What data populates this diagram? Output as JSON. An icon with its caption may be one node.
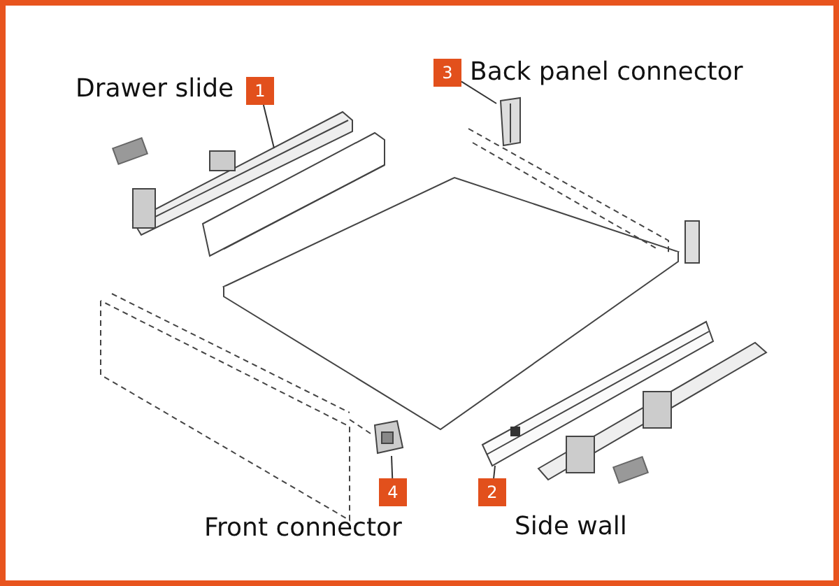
{
  "diagram": {
    "nodes": [
      {
        "text": [
          "1"
        ],
        "beside": [
          "Drawer slide"
        ]
      },
      {
        "text": [
          "3"
        ],
        "beside": [
          "Back panel connector"
        ]
      },
      {
        "text": [
          "4"
        ],
        "beside": [
          "Front connector"
        ]
      },
      {
        "text": [
          "2"
        ],
        "beside": [
          "Side wall"
        ]
      },
      {
        "text": [],
        "shape": "picture"
      },
      {
        "text": [],
        "shape": "picture"
      },
      {
        "text": [],
        "shape": "picture"
      },
      {
        "text": [],
        "shape": "picture"
      }
    ],
    "edges": [
      {
        "from": 0,
        "to": 4,
        "arrow": "none"
      },
      {
        "from": 1,
        "to": 5,
        "arrow": "none"
      },
      {
        "from": 2,
        "to": 6,
        "arrow": "none"
      },
      {
        "from": 3,
        "to": 7,
        "arrow": "none"
      }
    ]
  }
}
